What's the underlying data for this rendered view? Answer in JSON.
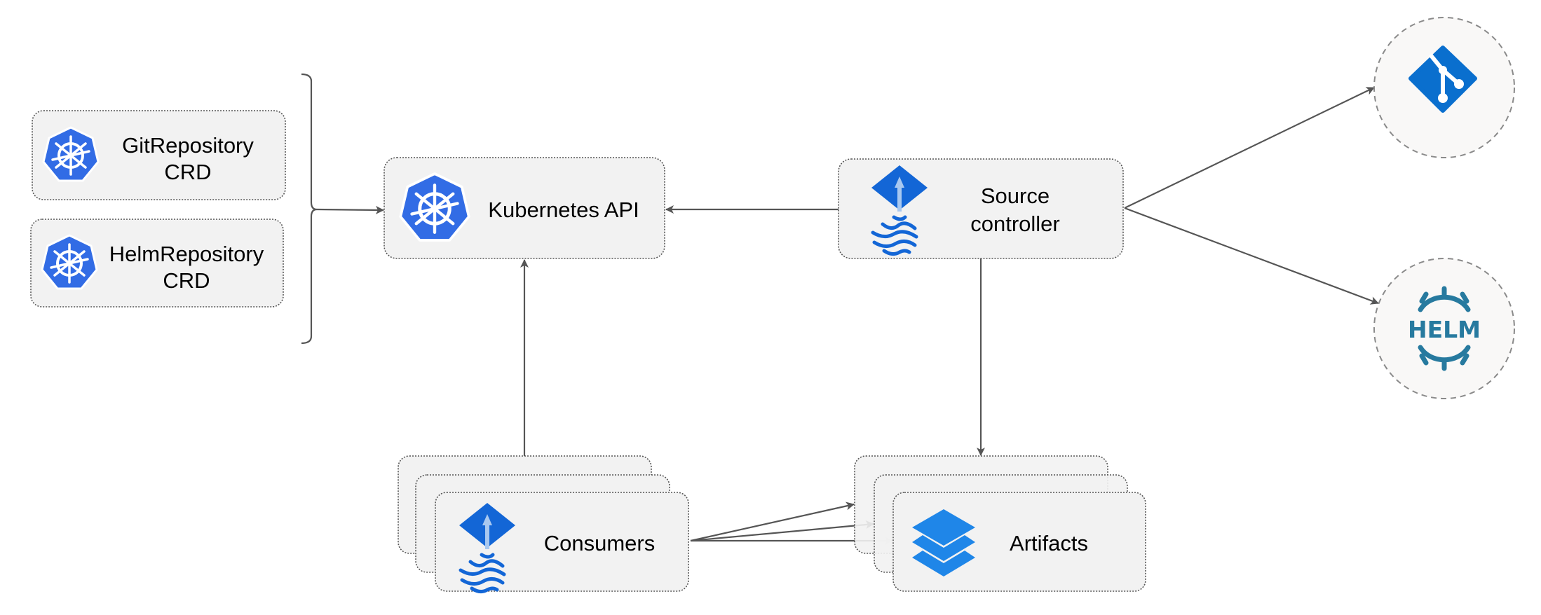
{
  "nodes": {
    "git_repository_crd": {
      "line1": "GitRepository",
      "line2": "CRD",
      "icon": "kubernetes-icon"
    },
    "helm_repository_crd": {
      "line1": "HelmRepository",
      "line2": "CRD",
      "icon": "kubernetes-icon"
    },
    "kubernetes_api": {
      "label": "Kubernetes API",
      "icon": "kubernetes-icon"
    },
    "source_controller": {
      "line1": "Source",
      "line2": "controller",
      "icon": "flux-icon"
    },
    "consumers": {
      "label": "Consumers",
      "icon": "flux-icon"
    },
    "artifacts": {
      "label": "Artifacts",
      "icon": "layers-icon"
    },
    "git": {
      "icon": "git-icon"
    },
    "helm": {
      "icon": "helm-icon",
      "logo_text": "HELM"
    }
  },
  "colors": {
    "kubernetes_blue": "#326ce5",
    "flux_blue": "#1366d6",
    "git_blue": "#0a6fce",
    "helm_teal": "#277a9f",
    "layers_blue": "#1f86e8",
    "node_fill": "#f2f2f2",
    "edge": "#555555"
  }
}
